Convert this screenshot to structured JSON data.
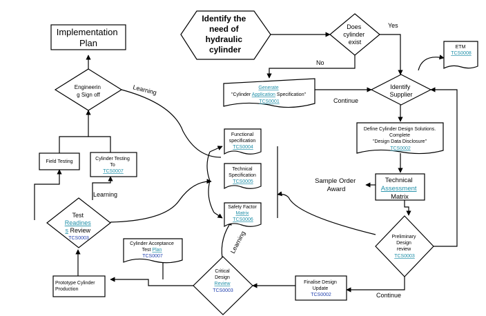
{
  "nodes": {
    "identify_need": {
      "lines": [
        "Identify the",
        "need of",
        "hydraulic",
        "cylinder"
      ]
    },
    "does_cylinder_exist": {
      "lines": [
        "Does",
        "cylinder",
        "exist"
      ]
    },
    "implementation_plan": {
      "lines": [
        "Implementation",
        "Plan"
      ]
    },
    "engineering_signoff": {
      "lines": [
        "Engineerin",
        "g Sign off"
      ]
    },
    "generate_spec": {
      "link1": "Generate",
      "pre": "\"Cylinder ",
      "link2": "Application",
      "post": " Specification\"",
      "code": "TCS0001"
    },
    "identify_supplier": {
      "lines": [
        "Identify",
        "Supplier"
      ]
    },
    "etm": {
      "title": "ETM",
      "code": "TCS0008"
    },
    "define_solutions": {
      "lines": [
        "Define Cylinder Design Solutions.",
        "Complete",
        "\"Design Data Disclosure\""
      ],
      "code": "TCS0002"
    },
    "functional_spec": {
      "lines": [
        "Functional",
        "specification"
      ],
      "code": "TCS0004"
    },
    "technical_spec": {
      "lines": [
        "Technical",
        "Specification"
      ],
      "code": "TCS0005"
    },
    "safety_factor": {
      "line1": "Safety Factor",
      "link": "Matrix",
      "code": "TCS0006"
    },
    "sample_order": {
      "lines": [
        "Sample Order",
        "Award"
      ]
    },
    "technical_assessment": {
      "line1": "Technical",
      "link": "Assessment",
      "line3": "Matrix"
    },
    "field_testing": {
      "label": "Field Testing"
    },
    "cylinder_testing": {
      "lines": [
        "Cylinder  Testing",
        "To"
      ],
      "code": "TCS0007"
    },
    "test_readiness": {
      "line1": "Test",
      "link1": "Readines",
      "link2": "s",
      "post": " Review",
      "code": "TCS0003"
    },
    "preliminary_review": {
      "lines": [
        "Preliminary",
        "Design",
        "review"
      ],
      "code": "TCS0003"
    },
    "acceptance_plan": {
      "line1": "Cylinder Acceptance",
      "pre": "Test ",
      "link": "Plan",
      "code": "TCS0007"
    },
    "critical_review": {
      "lines": [
        "Critical",
        "Design"
      ],
      "link": "Review",
      "code": "TCS0003"
    },
    "prototype": {
      "lines": [
        "Prototype   Cylinder",
        "Production"
      ]
    },
    "finalise_design": {
      "lines": [
        "Finalise Design",
        "Update"
      ],
      "code": "TCS0002"
    }
  },
  "edge_labels": {
    "yes": "Yes",
    "no": "No",
    "continue_top": "Continue",
    "continue_bottom": "Continue",
    "learning_top": "Learning",
    "learning_mid": "Learning",
    "learning_bottom": "Learning"
  }
}
